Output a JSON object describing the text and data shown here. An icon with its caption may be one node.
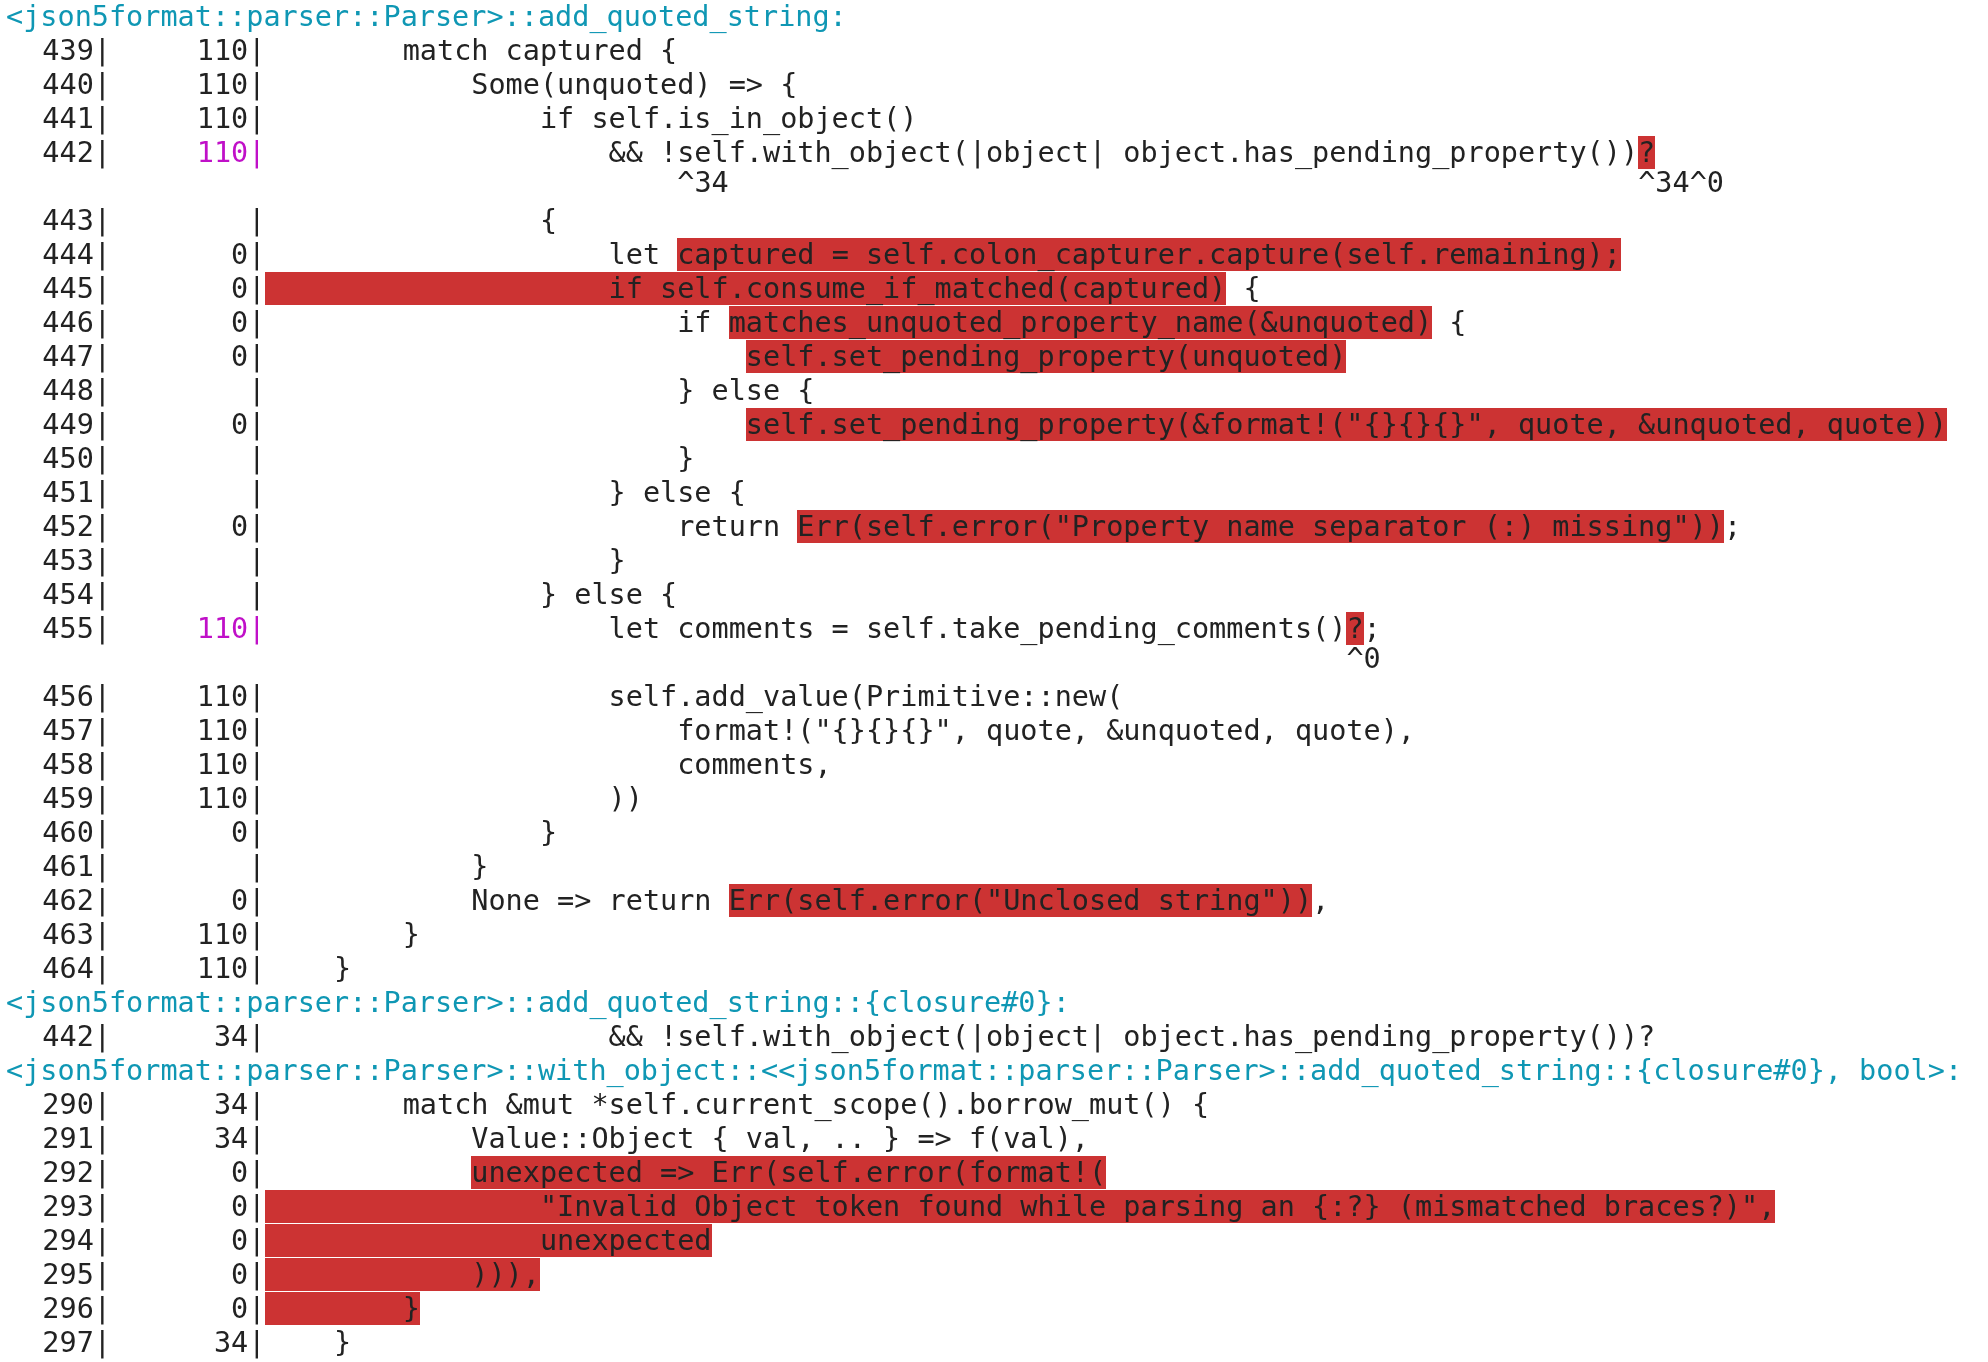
{
  "diagram": {
    "labels": [
      "<json5format::parser::Parser>::add_quoted_string:",
      "439|",
      "110|",
      "match captured {",
      "440|",
      "110|",
      "Some(unquoted) => {",
      "441|",
      "110|",
      "if self.is_in_object()",
      "442|",
      "110|",
      "&& !self.with_object(|object| object.has_pending_property())?",
      "^34",
      "^34^0",
      "443|",
      "|",
      "{",
      "444|",
      "0|",
      "let captured = self.colon_capturer.capture(self.remaining);",
      "445|",
      "0|",
      "if self.consume_if_matched(captured) {",
      "446|",
      "0|",
      "if matches_unquoted_property_name(&unquoted) {",
      "447|",
      "0|",
      "self.set_pending_property(unquoted)",
      "448|",
      "|",
      "} else {",
      "449|",
      "0|",
      "self.set_pending_property(&format!(\"{}{}{}\", quote, &unquoted, quote))",
      "450|",
      "|",
      "}",
      "451|",
      "|",
      "} else {",
      "452|",
      "0|",
      "return Err(self.error(\"Property name separator (:) missing\"));",
      "453|",
      "|",
      "}",
      "454|",
      "|",
      "} else {",
      "455|",
      "110|",
      "let comments = self.take_pending_comments()?;",
      "^0",
      "456|",
      "110|",
      "self.add_value(Primitive::new(",
      "457|",
      "110|",
      "format!(\"{}{}{}\", quote, &unquoted, quote),",
      "458|",
      "110|",
      "comments,",
      "459|",
      "110|",
      "))",
      "460|",
      "0|",
      "}",
      "461|",
      "|",
      "}",
      "462|",
      "0|",
      "None => return Err(self.error(\"Unclosed string\")),",
      "463|",
      "110|",
      "}",
      "464|",
      "110|",
      "}",
      "<json5format::parser::Parser>::add_quoted_string::{closure#0}:",
      "442|",
      "34|",
      "&& !self.with_object(|object| object.has_pending_property())?",
      "<json5format::parser::Parser>::with_object::<<json5format::parser::Parser>::add_quoted_string::{closure#0}, bool>:",
      "290|",
      "34|",
      "match &mut *self.current_scope().borrow_mut() {",
      "291|",
      "34|",
      "Value::Object { val, .. } => f(val),",
      "292|",
      "0|",
      "unexpected => Err(self.error(format!(",
      "293|",
      "0|",
      "\"Invalid Object token found while parsing an {:?} (mismatched braces?)\",",
      "294|",
      "0|",
      "unexpected",
      "295|",
      "0|",
      "))),",
      "296|",
      "0|",
      "}",
      "297|",
      "34|",
      "}"
    ]
  }
}
